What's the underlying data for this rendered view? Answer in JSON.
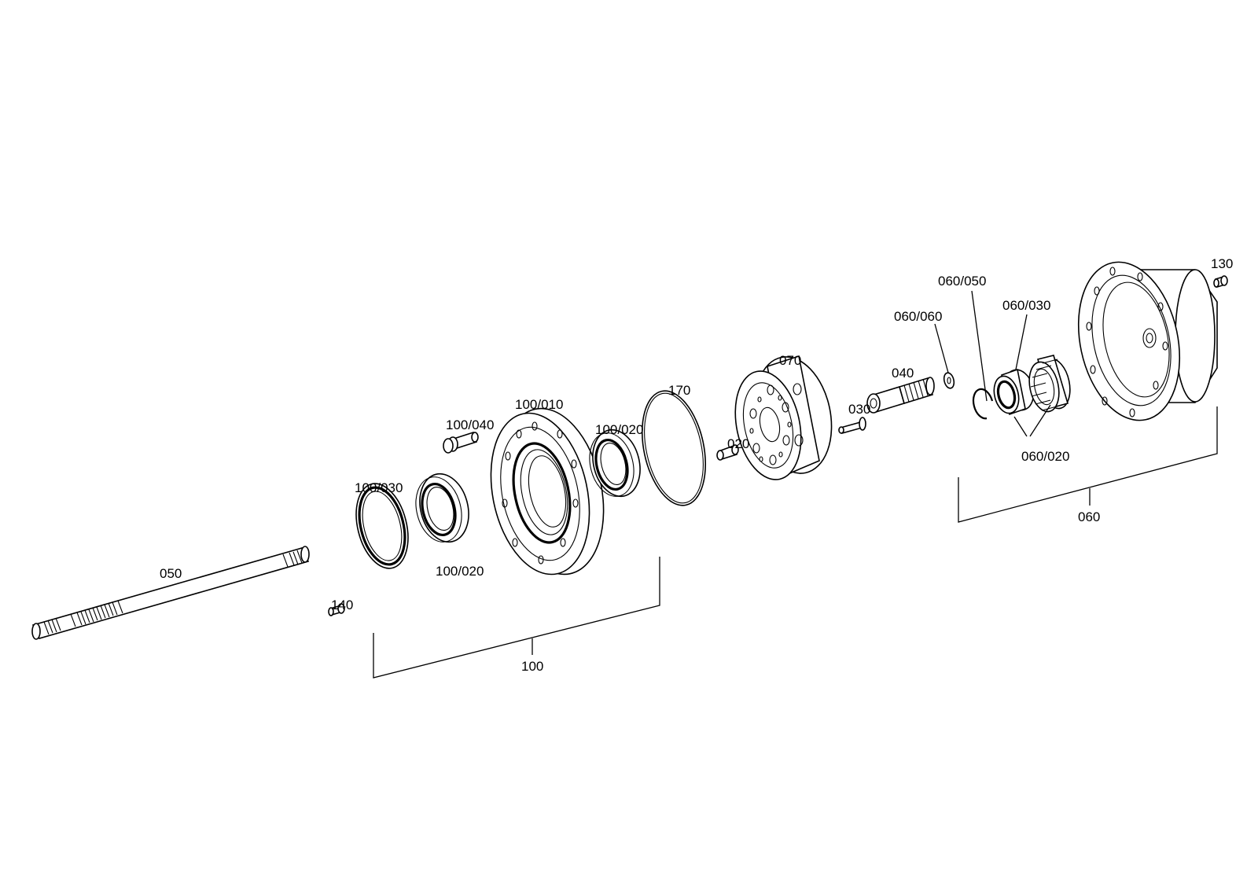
{
  "callouts": {
    "c050": "050",
    "c140": "140",
    "c100_030": "100/030",
    "c100_020_a": "100/020",
    "c100_040": "100/040",
    "c100_010": "100/010",
    "c100_020_b": "100/020",
    "c170": "170",
    "c020": "020",
    "c070": "070",
    "c030": "030",
    "c040": "040",
    "c060_060": "060/060",
    "c060_050": "060/050",
    "c060_030": "060/030",
    "c060_020": "060/020",
    "c130": "130",
    "c100": "100",
    "c060": "060"
  }
}
